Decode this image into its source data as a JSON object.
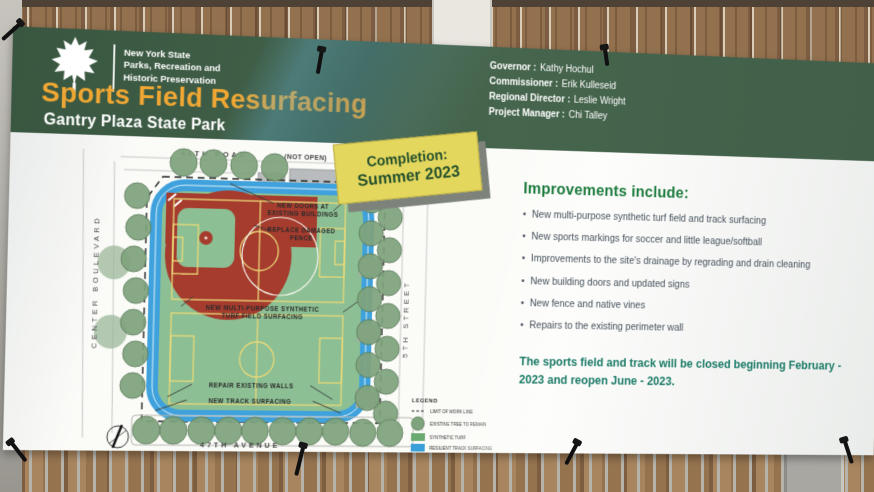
{
  "banner": {
    "logo": {
      "line1": "New York State",
      "line2": "Parks, Recreation and",
      "line3": "Historic Preservation"
    },
    "title": "Sports Field Resurfacing",
    "subtitle": "Gantry Plaza State Park",
    "officials": [
      {
        "label": "Governor :",
        "name": "Kathy Hochul"
      },
      {
        "label": "Commissioner :",
        "name": "Erik Kulleseid"
      },
      {
        "label": "Regional Director :",
        "name": "Leslie Wright"
      },
      {
        "label": "Project Manager :",
        "name": "Chi Talley"
      }
    ]
  },
  "map": {
    "streets": {
      "top1": "46TH ROAD",
      "top2": "(NOT OPEN)",
      "left": "CENTER BOULEVARD",
      "right": "5TH STREET",
      "bottom": "47TH AVENUE"
    },
    "labels": {
      "doors1": "NEW DOORS AT",
      "doors2": "EXISTING BUILDINGS",
      "fence1": "REPLACE DAMAGED",
      "fence2": "FENCE",
      "turf1": "NEW MULTI-PURPOSE SYNTHETIC",
      "turf2": "TURF FIELD SURFACING",
      "walls": "REPAIR EXISTING WALLS",
      "track": "NEW TRACK SURFACING"
    },
    "legend": {
      "title": "LEGEND",
      "items": [
        {
          "label": "LIMIT OF WORK LINE",
          "swatch": "dashed-line"
        },
        {
          "label": "EXISTING TREE TO REMAIN",
          "swatch": "tree-circle"
        },
        {
          "label": "SYNTHETIC TURF",
          "swatch": "green-rect"
        },
        {
          "label": "RESILIENT TRACK SURFACING",
          "swatch": "blue-rect"
        }
      ]
    }
  },
  "note": {
    "line1": "Completion:",
    "line2": "Summer 2023"
  },
  "improvements": {
    "heading": "Improvements include:",
    "items": [
      "New multi-purpose synthetic turf field and track surfacing",
      "New sports markings for soccer and little league/softball",
      "Improvements to the site's drainage by regrading and drain cleaning",
      "New building doors and updated signs",
      "New fence and native vines",
      "Repairs to the existing perimeter wall"
    ],
    "closure": "The sports field and track will be closed beginning February - 2023 and reopen June - 2023."
  },
  "colors": {
    "header_green": "#42604a",
    "title_orange": "#f0a733",
    "heading_green": "#1c7b3d",
    "closure_teal": "#1a7a66",
    "note_yellow": "#e4d75e",
    "turf_green": "#8cbf93",
    "track_blue": "#3fa2dc",
    "infield_red": "#a63c2e",
    "tree_green": "#7fa37c"
  }
}
